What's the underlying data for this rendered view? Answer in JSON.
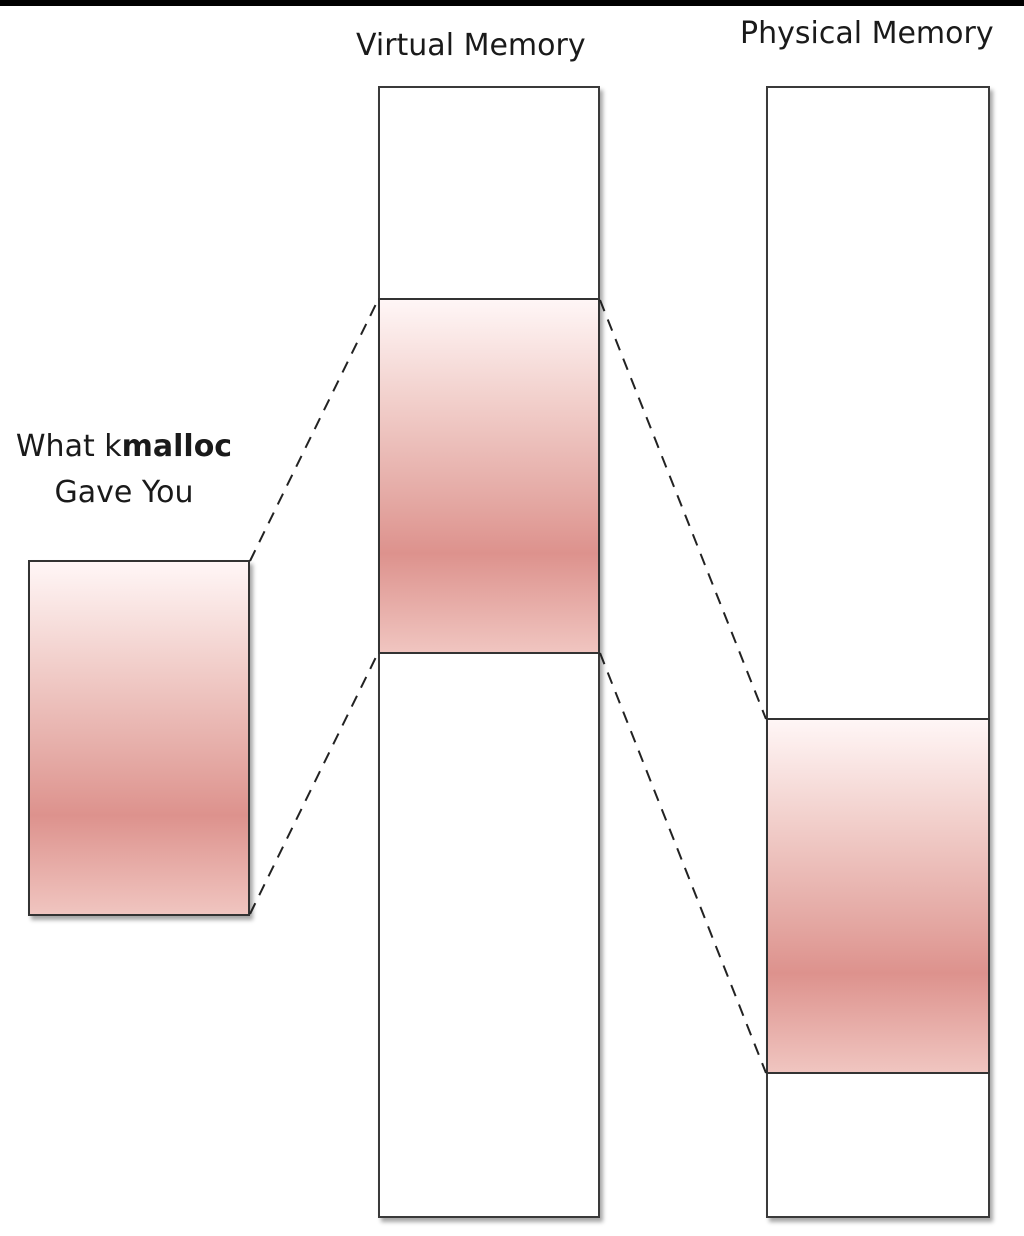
{
  "titles": {
    "virtual": "Virtual Memory",
    "physical": "Physical Memory"
  },
  "side_label": {
    "line1_prefix": "What k",
    "line1_bold": "malloc",
    "line2": "Gave You"
  },
  "colors": {
    "block_fill_top": "#fff6f6",
    "block_fill_mid": "#dd928d",
    "outline": "#333333",
    "background": "#ffffff"
  }
}
